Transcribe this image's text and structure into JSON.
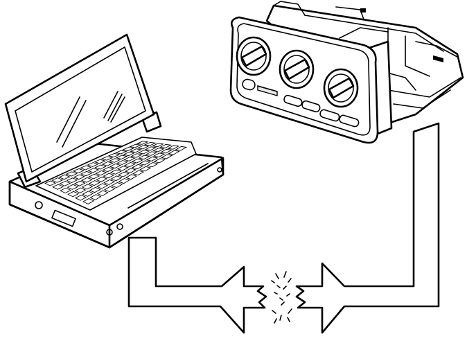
{
  "diagram": {
    "nodes": [
      {
        "id": "laptop",
        "icon": "laptop-icon"
      },
      {
        "id": "climate_control_panel",
        "icon": "control-panel-icon"
      }
    ],
    "connection": {
      "from": "laptop",
      "to": "climate_control_panel",
      "style": "broken-bidirectional-arrow",
      "state": "interrupted"
    }
  },
  "colors": {
    "stroke": "#000000",
    "fill": "#ffffff",
    "accent_grey": "#e8e8e8"
  }
}
